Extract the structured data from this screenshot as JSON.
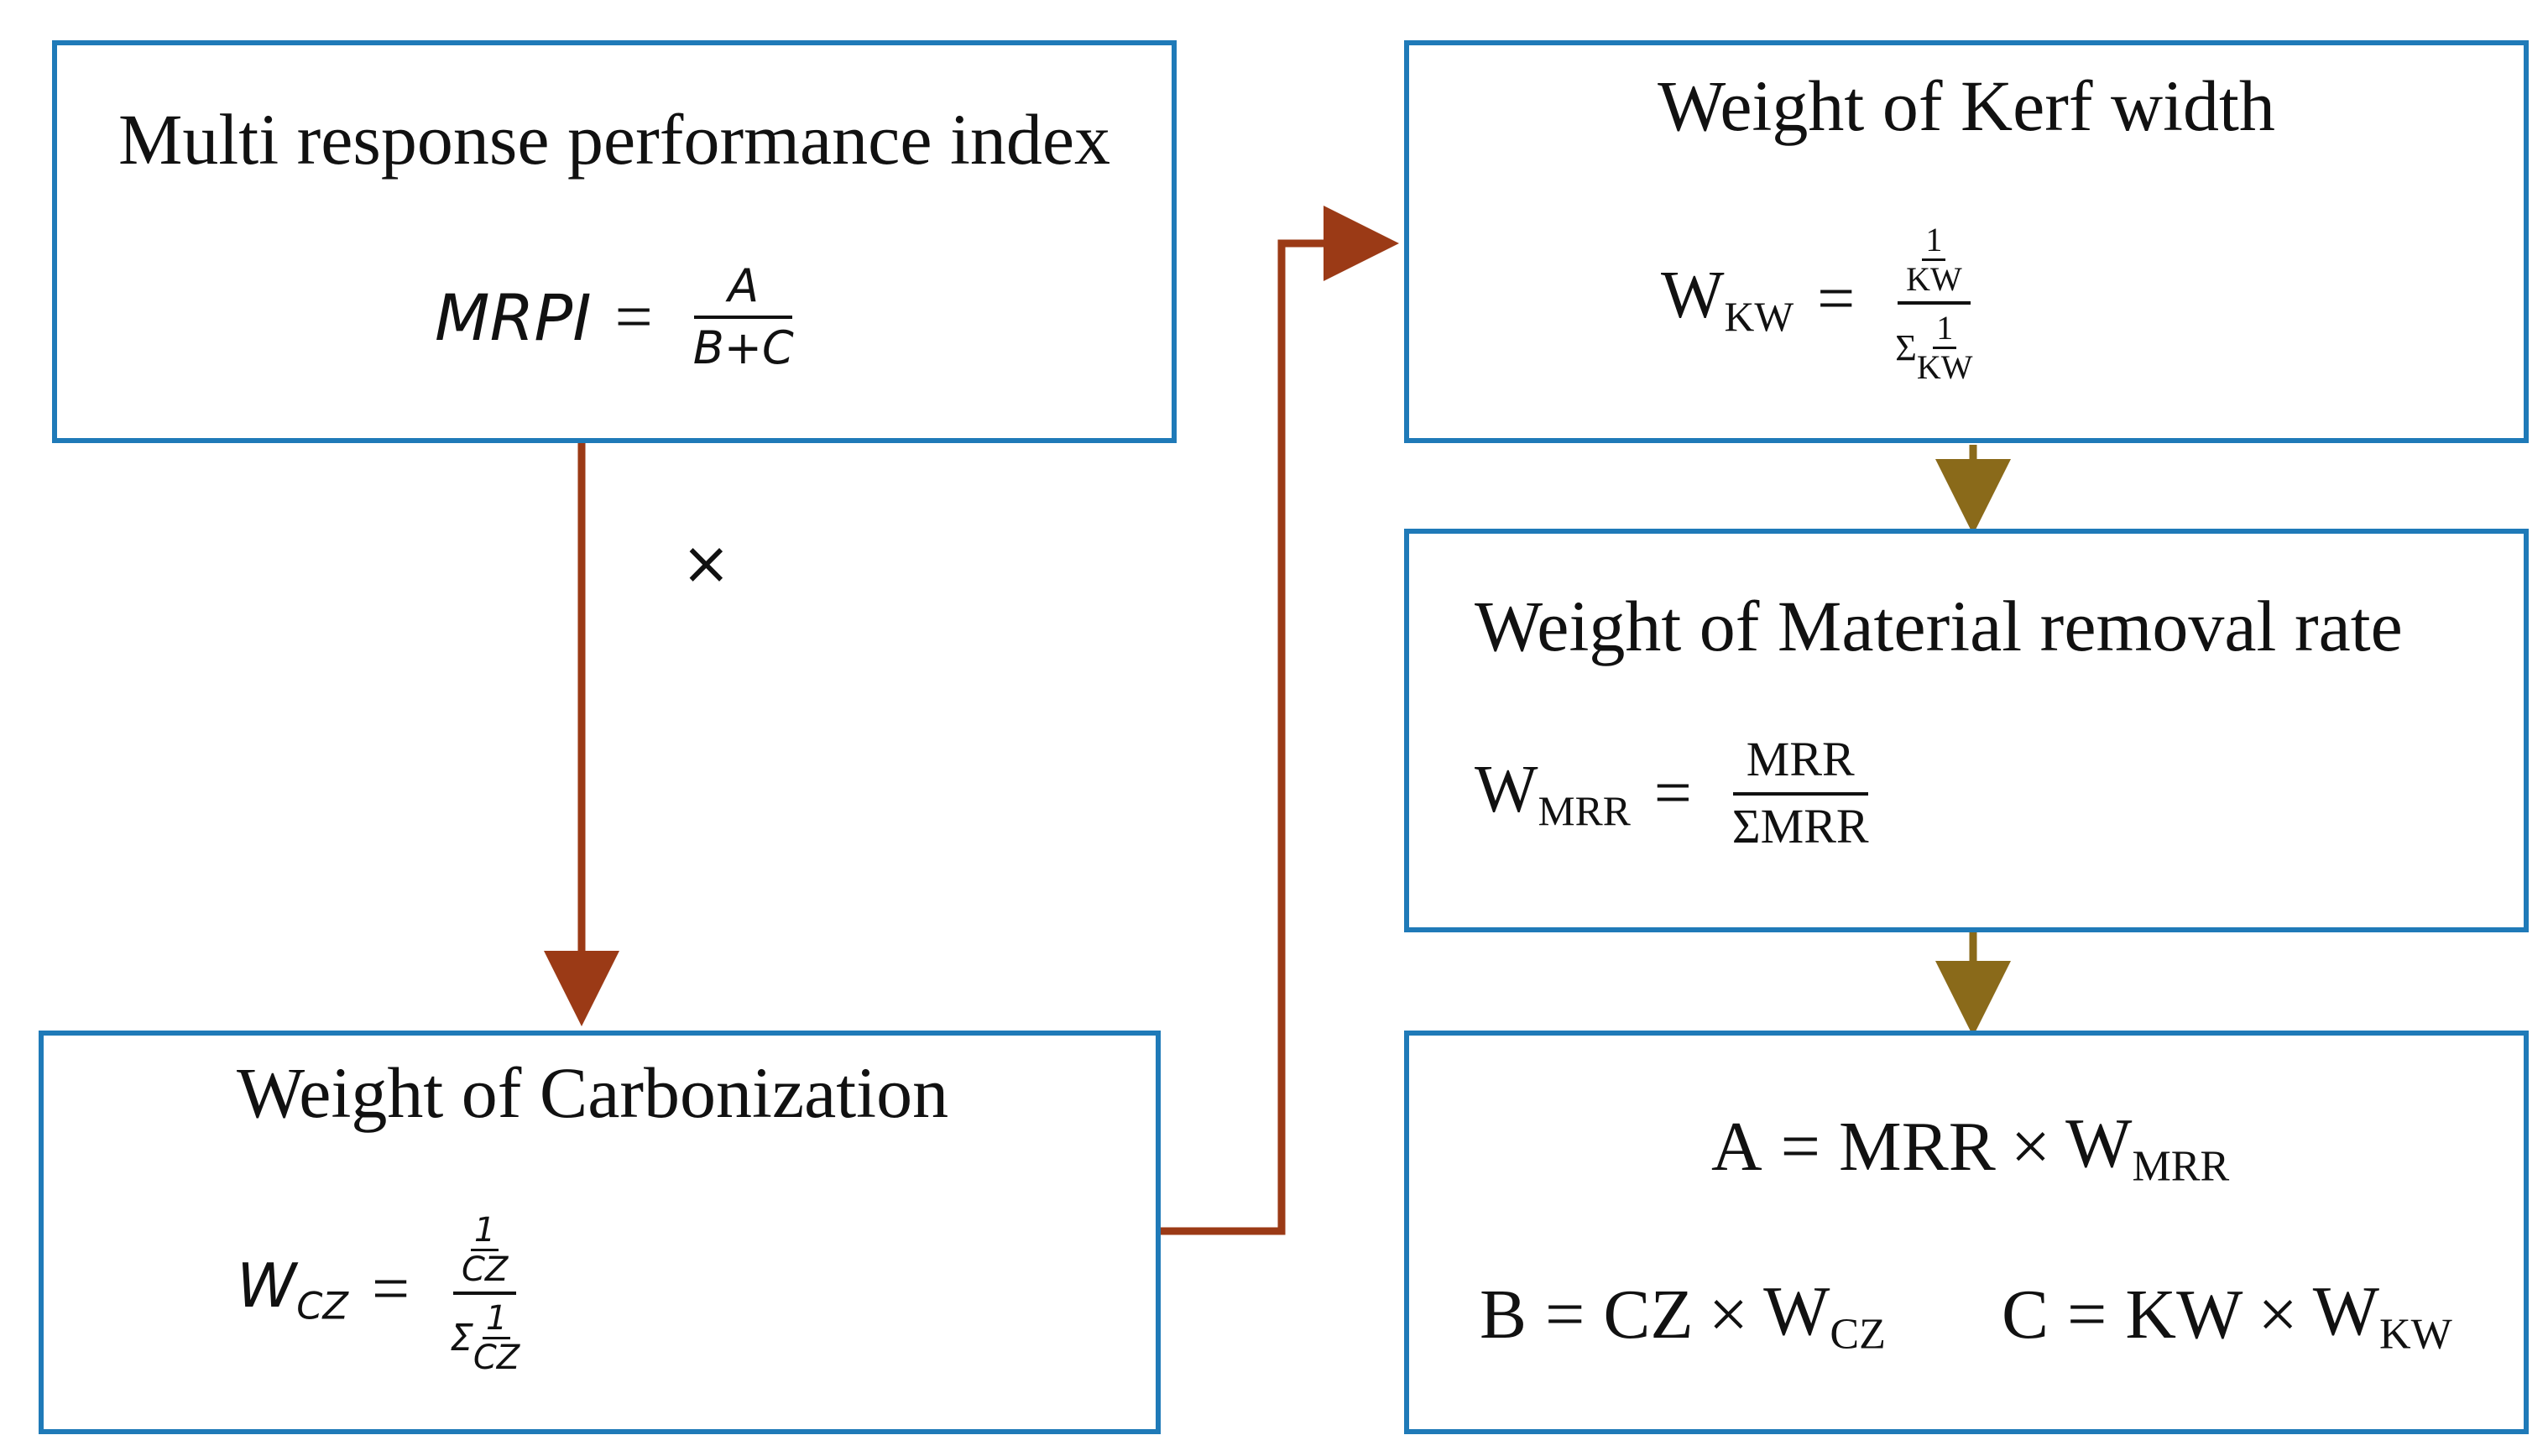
{
  "boxes": {
    "mrpi": {
      "title": "Multi response performance index",
      "lhs": "MRPI",
      "eq": "=",
      "num": "A",
      "den": "B+C"
    },
    "kerf": {
      "title": "Weight of Kerf width",
      "lhs_main": "W",
      "lhs_sub": "KW",
      "eq": "=",
      "num_one": "1",
      "num_var": "KW",
      "den_sigma": "Σ",
      "den_one": "1",
      "den_var": "KW"
    },
    "mrr": {
      "title": "Weight of Material removal rate",
      "lhs_main": "W",
      "lhs_sub": "MRR",
      "eq": "=",
      "num": "MRR",
      "den": "ΣMRR"
    },
    "carb": {
      "title": "Weight of Carbonization",
      "lhs_main": "W",
      "lhs_sub": "CZ",
      "eq": "=",
      "num_one": "1",
      "num_var": "CZ",
      "den_sigma": "Σ",
      "den_one": "1",
      "den_var": "CZ"
    },
    "result": {
      "a_lhs": "A",
      "a_eq": "=",
      "a_var": "MRR",
      "a_times": "×",
      "a_w": "W",
      "a_sub": "MRR",
      "b_lhs": "B",
      "b_eq": "=",
      "b_var": "CZ",
      "b_times": "×",
      "b_w": "W",
      "b_sub": "CZ",
      "c_lhs": "C",
      "c_eq": "=",
      "c_var": "KW",
      "c_times": "×",
      "c_w": "W",
      "c_sub": "KW"
    }
  },
  "connector_label": "×",
  "colors": {
    "box_border": "#1f7ab8",
    "arrow_red": "#9b3a16",
    "arrow_gold": "#8a6a1a"
  }
}
